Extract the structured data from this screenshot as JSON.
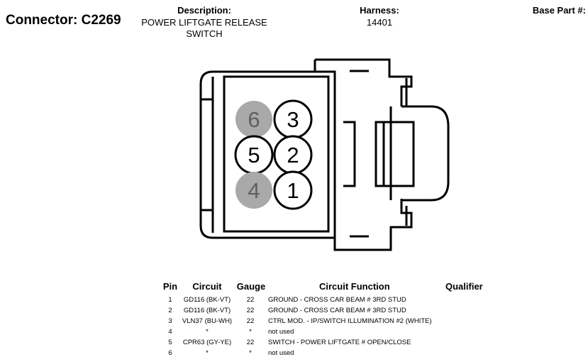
{
  "header": {
    "connector_title": "Connector: C2269",
    "description_label": "Description:",
    "description_value": "POWER LIFTGATE RELEASE SWITCH",
    "harness_label": "Harness:",
    "harness_value": "14401",
    "base_part_label": "Base Part #:"
  },
  "diagram": {
    "cavities": [
      {
        "label": "6",
        "filled": true
      },
      {
        "label": "3",
        "filled": false
      },
      {
        "label": "5",
        "filled": false
      },
      {
        "label": "2",
        "filled": false
      },
      {
        "label": "4",
        "filled": true
      },
      {
        "label": "1",
        "filled": false
      }
    ],
    "colors": {
      "filled_cavity": "#a9a9a9",
      "filled_text": "#606060",
      "outline": "#000000"
    }
  },
  "table": {
    "headers": [
      "Pin",
      "Circuit",
      "Gauge",
      "Circuit Function",
      "Qualifier"
    ],
    "rows": [
      [
        "1",
        "GD116 (BK-VT)",
        "22",
        "GROUND - CROSS CAR BEAM # 3RD STUD"
      ],
      [
        "2",
        "GD116 (BK-VT)",
        "22",
        "GROUND - CROSS CAR BEAM # 3RD STUD"
      ],
      [
        "3",
        "VLN37 (BU-WH)",
        "22",
        "CTRL MOD. - IP/SWITCH ILLUMINATION #2 (WHITE)"
      ],
      [
        "4",
        "*",
        "*",
        "not used"
      ],
      [
        "5",
        "CPR63 (GY-YE)",
        "22",
        "SWITCH - POWER LIFTGATE # OPEN/CLOSE"
      ],
      [
        "6",
        "*",
        "*",
        "not used"
      ]
    ]
  }
}
